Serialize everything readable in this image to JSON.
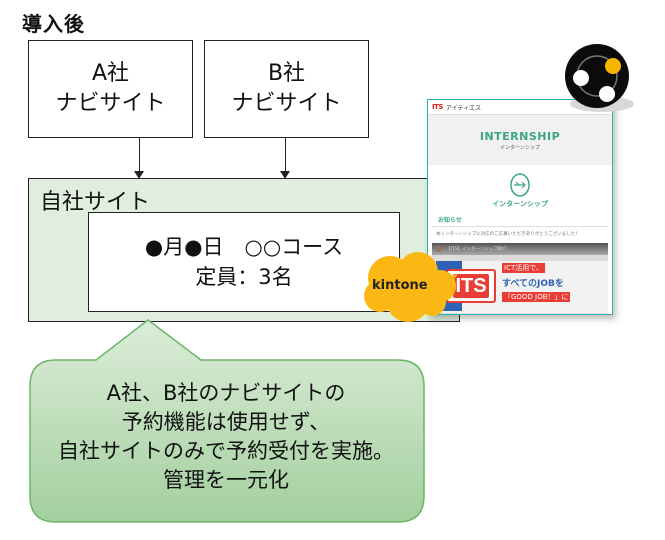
{
  "heading": "導入後",
  "nav_sites": [
    {
      "company": "A社",
      "label": "ナビサイト"
    },
    {
      "company": "B社",
      "label": "ナビサイト"
    }
  ],
  "own_site": {
    "label": "自社サイト",
    "event_line1": "●月●日　○○コース",
    "event_line2": "定員：3名"
  },
  "callout": {
    "lines": [
      "A社、B社のナビサイトの",
      "予約機能は使用せず、",
      "自社サイトのみで予約受付を実施。",
      "管理を一元化"
    ]
  },
  "screenshot": {
    "logo_mark": "ITS",
    "logo_text": "アイティエス",
    "hero_title": "INTERNSHIP",
    "hero_sub": "インターンシップ",
    "egg_label": "インターンシップ",
    "news_title": "お知らせ",
    "news_text": "本インターンシップに対応のご応募いただきありがとうございました！",
    "video_title": "【ITS】インターンシップ紹介",
    "its_logo": "ITS",
    "copy1": "ICT活用で、",
    "copy2": "すべてのJOBを",
    "copy3": "「GOOD JOB！」に"
  },
  "kintone_label": "kintone",
  "colors": {
    "own_site_bg": "#dfeedd",
    "callout_fill_top": "#d9ecd6",
    "callout_fill_bottom": "#a5d0a0",
    "callout_stroke": "#6cb568",
    "kintone_yellow": "#fbb713",
    "screenshot_border": "#2bb3b0",
    "its_red": "#ea3d35",
    "its_blue": "#2d62b5",
    "badge_accent": "#f7b500"
  }
}
